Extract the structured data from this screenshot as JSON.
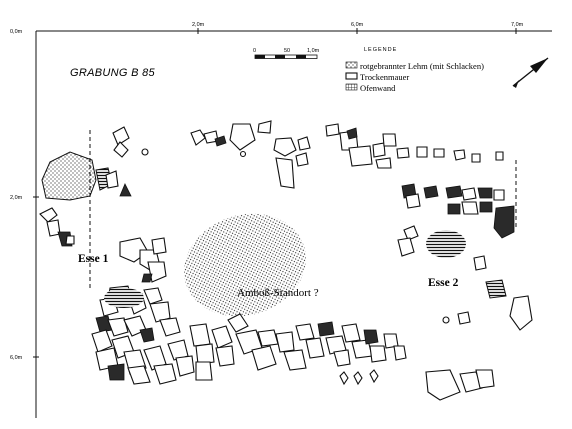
{
  "figure": {
    "title": "GRABUNG  B 85",
    "top_scale": {
      "ticks": [
        "2,0m",
        "6,0m",
        "7,0m"
      ]
    },
    "left_scale": {
      "ticks": [
        "0,0m",
        "2,0m",
        "6,0m"
      ]
    },
    "bar_scale": {
      "labels": [
        "0",
        "50",
        "1,0m"
      ]
    },
    "legend": {
      "heading": "LEGENDE",
      "items": [
        {
          "label": "rotgebrannter Lehm (mit Schlacken)",
          "swatch": "stipple"
        },
        {
          "label": "Trockenmauer",
          "swatch": "stone"
        },
        {
          "label": "Ofenwand",
          "swatch": "hatch"
        }
      ]
    },
    "annotations": {
      "esse1": "Esse 1",
      "esse2": "Esse 2",
      "anvil": "Amboß-Standort ?"
    }
  }
}
